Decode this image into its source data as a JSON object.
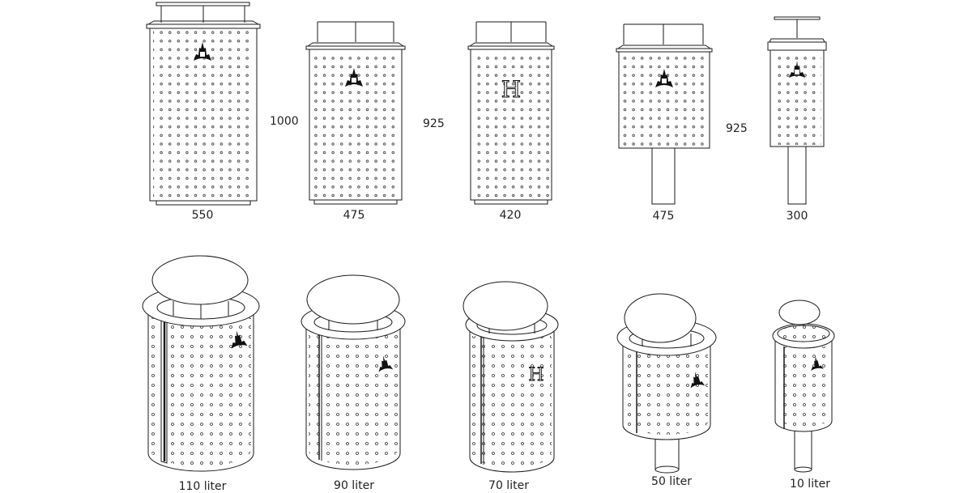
{
  "front_views": [
    {
      "width_label": "550",
      "emblem": "castle-emblem"
    },
    {
      "width_label": "475",
      "emblem": "castle-emblem"
    },
    {
      "width_label": "420",
      "emblem": "letter-h-emblem"
    },
    {
      "width_label": "475",
      "emblem": "castle-emblem"
    },
    {
      "width_label": "300",
      "emblem": "castle-emblem"
    }
  ],
  "height_labels": [
    "1000",
    "925",
    "925"
  ],
  "perspective_views": [
    {
      "capacity_label": "110 liter",
      "emblem": "castle-emblem"
    },
    {
      "capacity_label": "90 liter",
      "emblem": "castle-emblem"
    },
    {
      "capacity_label": "70 liter",
      "emblem": "letter-h-emblem"
    },
    {
      "capacity_label": "50 liter",
      "emblem": "castle-emblem"
    },
    {
      "capacity_label": "10 liter",
      "emblem": "castle-emblem"
    }
  ],
  "colors": {
    "line": "#1a1a1a",
    "hole": "#333333",
    "background": "#ffffff"
  }
}
